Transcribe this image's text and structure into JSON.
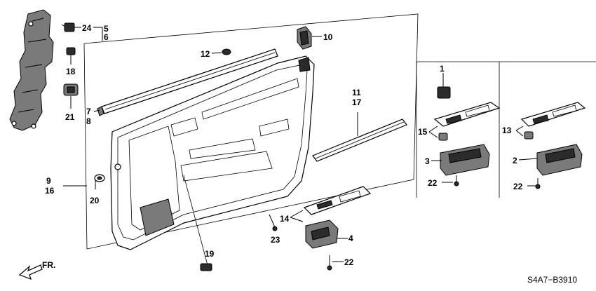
{
  "diagram": {
    "code": "S4A7−B3910",
    "front_marker": "FR.",
    "callouts": {
      "c1": "1",
      "c2": "2",
      "c3": "3",
      "c4": "4",
      "c5": "5",
      "c6": "6",
      "c7": "7",
      "c8": "8",
      "c9": "9",
      "c10": "10",
      "c11": "11",
      "c12": "12",
      "c13": "13",
      "c14": "14",
      "c15": "15",
      "c16": "16",
      "c17": "17",
      "c18": "18",
      "c19": "19",
      "c20": "20",
      "c21": "21",
      "c22a": "22",
      "c22b": "22",
      "c22c": "22",
      "c23": "23",
      "c24": "24"
    }
  }
}
